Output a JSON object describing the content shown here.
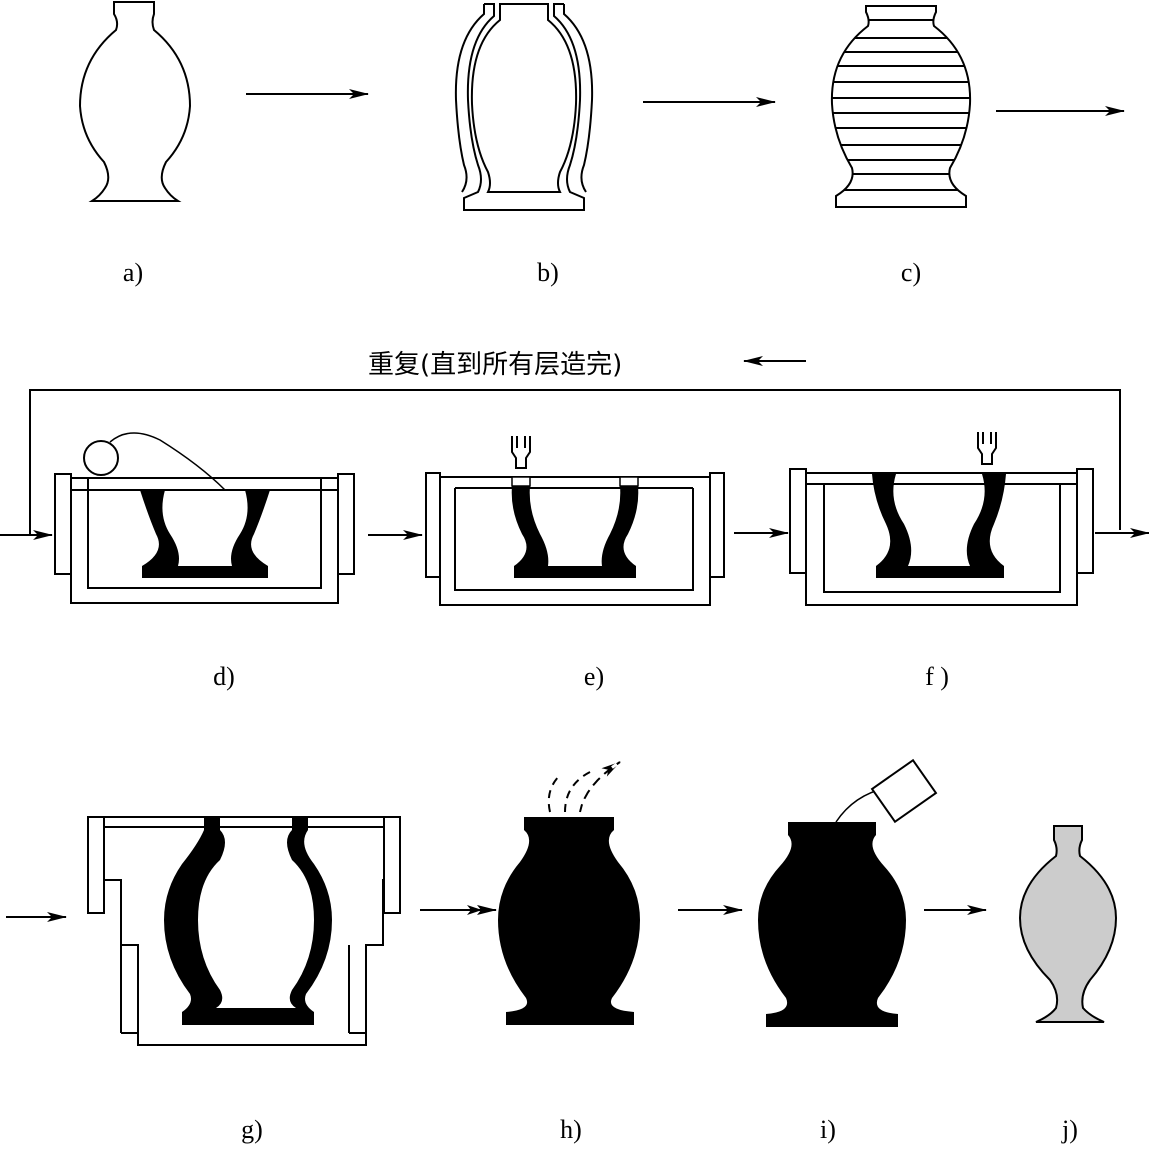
{
  "repeat_text": "重复(直到所有层造完)",
  "labels": {
    "a": "a)",
    "b": "b)",
    "c": "c)",
    "d": "d)",
    "e": "e)",
    "f": "f )",
    "g": "g)",
    "h": "h)",
    "i": "i)",
    "j": "j)"
  }
}
